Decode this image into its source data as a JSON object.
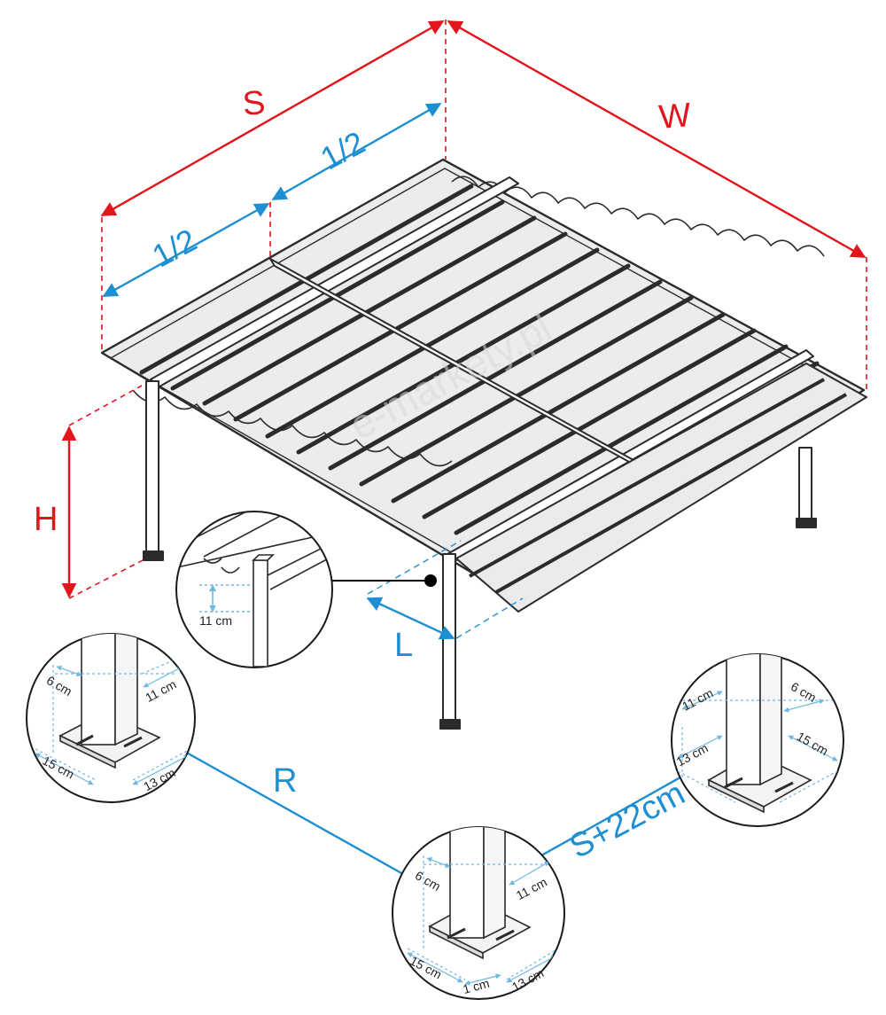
{
  "colors": {
    "dimension_red": "#e3141b",
    "dimension_blue": "#1e8fd2",
    "frame": "#2b2b2b",
    "fabric": "#e9e9e9",
    "detail_blue": "#6fb8e0"
  },
  "labels": {
    "span": "S",
    "width": "W",
    "half_left": "1/2",
    "half_right": "1/2",
    "height": "H",
    "overhang": "L",
    "diagonal": "R",
    "offset": "S+22cm"
  },
  "watermark": "e-markety.pl",
  "callout": {
    "label": "11 cm"
  },
  "details": {
    "left": {
      "top_left": "6 cm",
      "top_right": "11 cm",
      "bottom_left": "15 cm",
      "bottom_right": "13 cm"
    },
    "center": {
      "top_left": "6 cm",
      "top_right": "11 cm",
      "bottom_left": "15 cm",
      "bottom_mid": "1 cm",
      "bottom_right": "13 cm"
    },
    "right": {
      "top_left": "11 cm",
      "top_right": "6 cm",
      "mid_left": "13 cm",
      "mid_right": "15 cm"
    }
  }
}
